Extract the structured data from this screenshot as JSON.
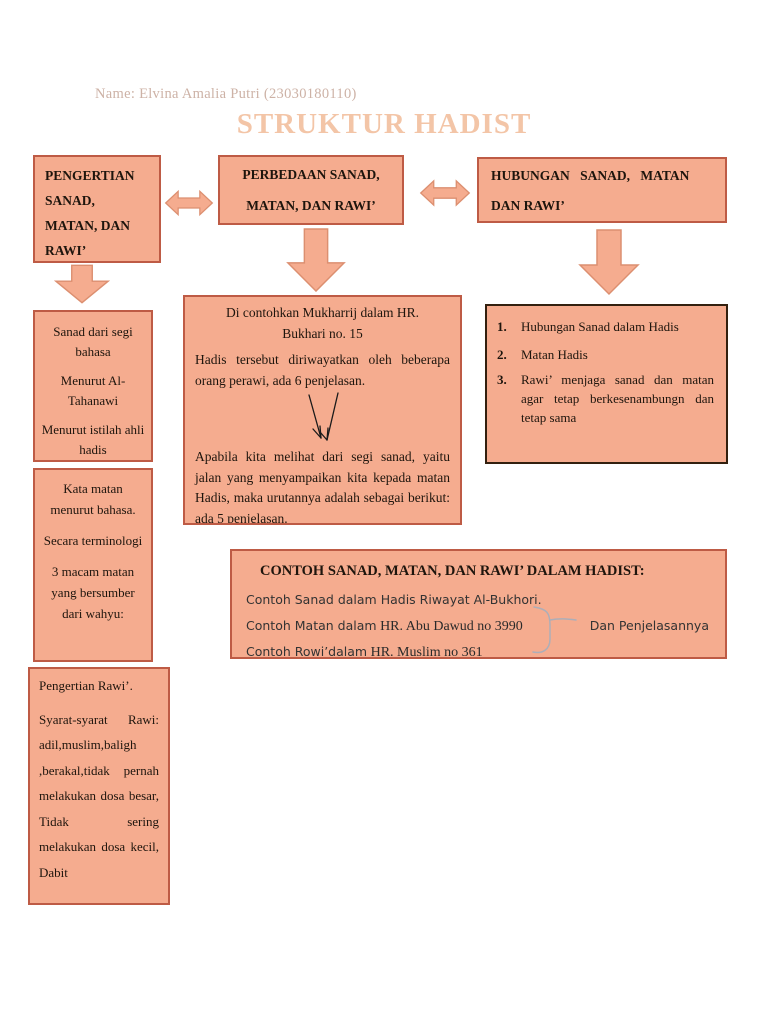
{
  "page": {
    "name_line": "Name: Elvina Amalia Putri (23030180110)",
    "title": "STRUKTUR HADIST"
  },
  "boxes": {
    "pengertian": {
      "lines": [
        "PENGERTIAN",
        "SANAD,",
        "MATAN, DAN",
        "RAWI’"
      ]
    },
    "perbedaan": {
      "lines": [
        "PERBEDAAN SANAD,",
        "MATAN, DAN RAWI’"
      ]
    },
    "hubungan": {
      "lines": [
        "HUBUNGAN  SANAD,  MATAN",
        "DAN RAWI’"
      ]
    },
    "sanad_segi": {
      "paragraphs": [
        "Sanad dari segi bahasa",
        "Menurut Al-Tahanawi",
        "Menurut istilah ahli hadis"
      ]
    },
    "kata_matan": {
      "paragraphs": [
        "Kata matan menurut bahasa.",
        "Secara terminologi",
        "3 macam matan yang bersumber dari wahyu:"
      ]
    },
    "pengertian_rawi": {
      "paragraphs": [
        "Pengertian Rawi’.",
        "Syarat-syarat Rawi: adil,muslim,baligh ,berakal,tidak pernah melakukan dosa besar, Tidak sering melakukan dosa kecil, Dabit"
      ]
    },
    "mukharrij": {
      "heading_lines": [
        "Di contohkan Mukharrij dalam HR.",
        "Bukhari no. 15"
      ],
      "para1": "Hadis tersebut diriwayatkan oleh beberapa orang perawi, ada 6 penjelasan.",
      "para2": "Apabila kita melihat dari segi sanad, yaitu jalan yang menyampaikan kita kepada matan Hadis, maka urutannya adalah sebagai berikut: ada 5 penjelasan."
    },
    "hubungan_list": {
      "items": [
        {
          "num": "1.",
          "text": "Hubungan Sanad dalam Hadis"
        },
        {
          "num": "2.",
          "text": "Matan Hadis"
        },
        {
          "num": "3.",
          "text": "Rawi’ menjaga sanad dan matan agar tetap berkesenambungn dan tetap sama"
        }
      ]
    },
    "contoh": {
      "title": "CONTOH SANAD, MATAN, DAN RAWI’ DALAM HADIST:",
      "line1": "Contoh Sanad dalam Hadis Riwayat Al-Bukhori.",
      "line2_lead": "Contoh Matan dalam",
      "line2_ref": "HR. Abu Dawud no 3990",
      "line2_note": "Dan Penjelasannya",
      "line3_lead": "Contoh Rowi’dalam",
      "line3_ref": "HR. Muslim no 361"
    }
  },
  "colors": {
    "box_fill": "#F5AC8F",
    "box_border": "#BE5B45",
    "dark_border": "#33200F",
    "arrow_fill": "#F5AC8F",
    "arrow_stroke": "#DC8F70",
    "title_color": "#F3C5A7",
    "name_color": "#CDB2A6",
    "sketch_stroke": "#1A1A1A",
    "brace_stroke": "#ADAEB8"
  }
}
